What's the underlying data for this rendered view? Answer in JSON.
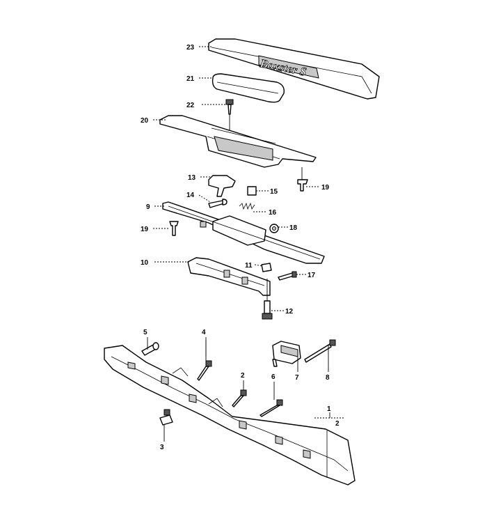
{
  "callouts": {
    "c1": "1",
    "c2a": "2",
    "c2b": "2",
    "c3": "3",
    "c4": "4",
    "c5": "5",
    "c6": "6",
    "c7": "7",
    "c8": "8",
    "c9": "9",
    "c10": "10",
    "c11": "11",
    "c12": "12",
    "c13": "13",
    "c14": "14",
    "c15": "15",
    "c16": "16",
    "c17": "17",
    "c18": "18",
    "c19a": "19",
    "c19b": "19",
    "c20": "20",
    "c21": "21",
    "c22": "22",
    "c23": "23"
  },
  "trim_logo": "Boxster S"
}
